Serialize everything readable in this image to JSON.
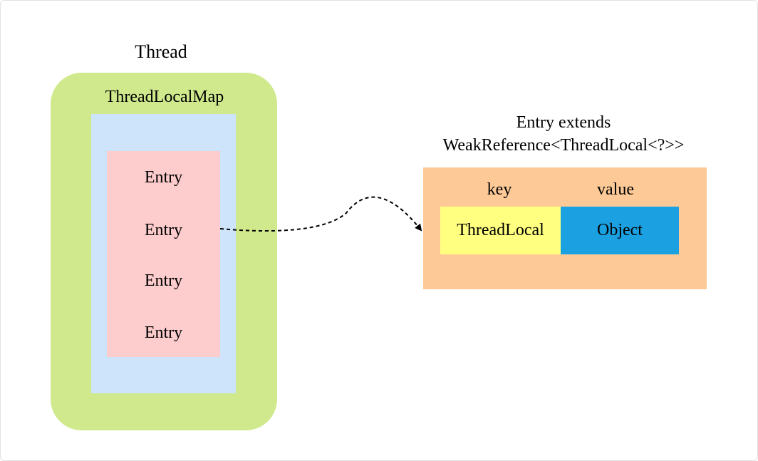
{
  "thread": {
    "title": "Thread"
  },
  "thread_local_map": {
    "title": "ThreadLocalMap",
    "entries": [
      "Entry",
      "Entry",
      "Entry",
      "Entry"
    ]
  },
  "entry_detail": {
    "title_line1": "Entry extends",
    "title_line2": "WeakReference<ThreadLocal<?>>",
    "key_label": "key",
    "value_label": "value",
    "key_cell": "ThreadLocal",
    "value_cell": "Object"
  },
  "colors": {
    "thread": "#cfe98c",
    "map": "#cde4fb",
    "entry": "#fdcccc",
    "entry_card": "#fdca97",
    "key_cell": "#ffff80",
    "value_cell": "#1ba1e2",
    "arrow": "#000000"
  }
}
